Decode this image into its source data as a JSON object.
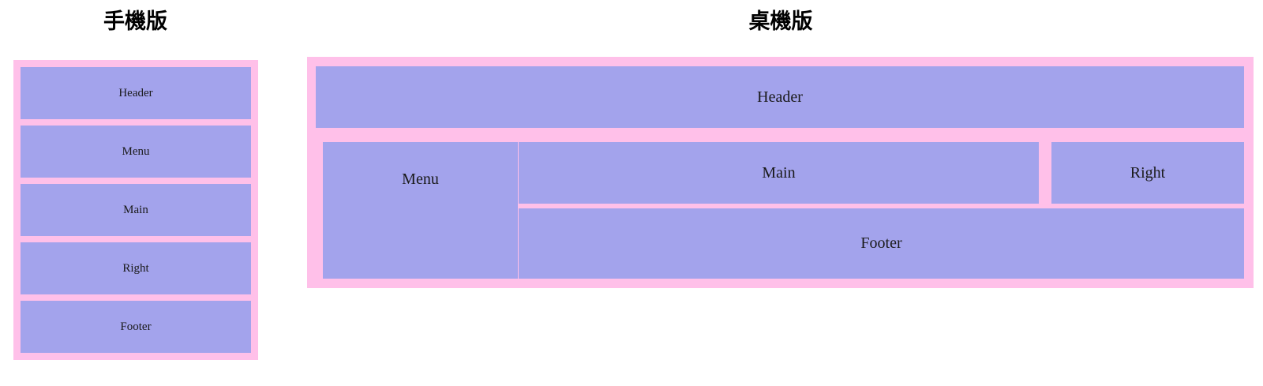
{
  "page": {
    "background_color": "#ffffff",
    "frame_color": "#ffc0e9",
    "cell_color": "#a3a3ec",
    "text_color": "#1a1a1a"
  },
  "mobile": {
    "title": "手機版",
    "regions": [
      {
        "key": "header",
        "label": "Header"
      },
      {
        "key": "menu",
        "label": "Menu"
      },
      {
        "key": "main",
        "label": "Main"
      },
      {
        "key": "right",
        "label": "Right"
      },
      {
        "key": "footer",
        "label": "Footer"
      }
    ]
  },
  "desktop": {
    "title": "桌機版",
    "regions": [
      {
        "key": "header",
        "label": "Header"
      },
      {
        "key": "menu",
        "label": "Menu"
      },
      {
        "key": "main",
        "label": "Main"
      },
      {
        "key": "right",
        "label": "Right"
      },
      {
        "key": "footer",
        "label": "Footer"
      }
    ]
  }
}
